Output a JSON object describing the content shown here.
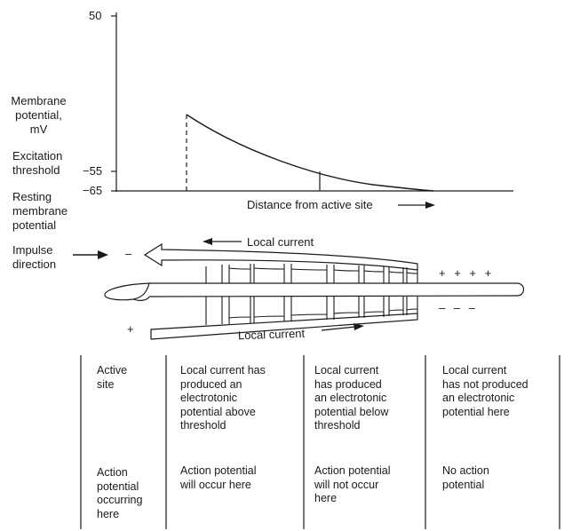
{
  "graph": {
    "y_ticks": {
      "top": "50",
      "threshold": "−55",
      "resting": "−65"
    },
    "labels": {
      "membrane_potential": [
        "Membrane",
        "potential,",
        "mV"
      ],
      "excitation_threshold": [
        "Excitation",
        "threshold"
      ],
      "resting_potential": [
        "Resting",
        "membrane",
        "potential"
      ],
      "distance": "Distance from active site"
    }
  },
  "axon": {
    "impulse_direction": [
      "Impulse",
      "direction"
    ],
    "local_current_top": "Local current",
    "local_current_bottom": "Local current",
    "minus_sign": "–",
    "plus_sign": "+",
    "plus_signs": "+ + + +",
    "minus_signs": "– – –"
  },
  "table": {
    "columns": [
      {
        "top": [
          "Active",
          "site"
        ],
        "bottom": [
          "Action",
          "potential",
          "occurring",
          "here"
        ]
      },
      {
        "top": [
          "Local current has",
          "produced an",
          "electrotonic",
          "potential above",
          "threshold"
        ],
        "bottom": [
          "Action potential",
          "will occur here"
        ]
      },
      {
        "top": [
          "Local current",
          "has produced",
          "an electrotonic",
          "potential below",
          "threshold"
        ],
        "bottom": [
          "Action potential",
          "will not occur",
          "here"
        ]
      },
      {
        "top": [
          "Local current",
          "has not produced",
          "an electrotonic",
          "potential here"
        ],
        "bottom": [
          "No action",
          "potential"
        ]
      }
    ]
  }
}
